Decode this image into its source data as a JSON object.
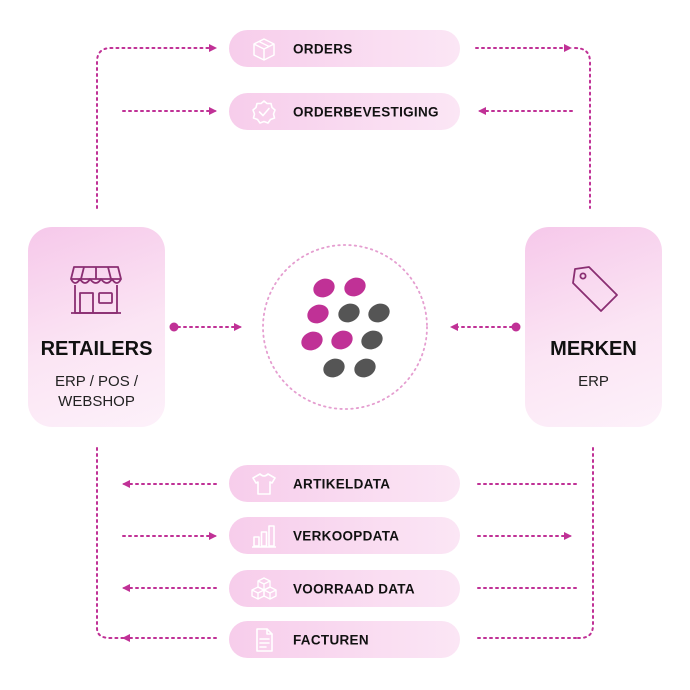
{
  "pills": {
    "orders": "ORDERS",
    "orderbevestiging": "ORDERBEVESTIGING",
    "artikeldata": "ARTIKELDATA",
    "verkoopdata": "VERKOOPDATA",
    "voorraad": "VOORRAAD DATA",
    "facturen": "FACTUREN"
  },
  "retailers": {
    "title": "RETAILERS",
    "sub1": "ERP / POS /",
    "sub2": "WEBSHOP"
  },
  "merken": {
    "title": "MERKEN",
    "sub": "ERP"
  },
  "colors": {
    "accent": "#c03196",
    "pill": "#f7cdeb",
    "dot_dark": "#555555"
  },
  "icons": [
    "box-icon",
    "check-badge-icon",
    "shop-icon",
    "price-tag-icon",
    "tshirt-icon",
    "bar-chart-icon",
    "boxes-icon",
    "invoice-icon",
    "logo-dots-icon"
  ]
}
